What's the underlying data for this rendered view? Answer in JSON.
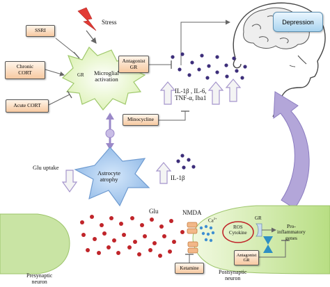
{
  "labels": {
    "stress": "Stress",
    "ssri": "SSRI",
    "chronic_cort": "Chronic\nCORT",
    "acute_cort": "Acute CORT",
    "gr_microglia": "GR",
    "microglial_activation": "Microglial\nactivation",
    "antagonist_gr_top": "Antagonist\nGR",
    "minocycline": "Minocycline",
    "cytokines": "IL-1β , IL-6,\nTNF-α, Iba1",
    "depression": "Depression",
    "glu_uptake": "Glu uptake",
    "astrocyte_atrophy": "Astrocyte\natrophy",
    "il1b_astro": "IL-1β",
    "glu": "Glu",
    "nmda": "NMDA",
    "ca": "Ca",
    "ca_sup": "2+",
    "ros_cytokine": "ROS\nCytokine",
    "gr_post": "GR",
    "proinflammatory": "Pro-\ninflammatory\ngenes",
    "antagonist_gr_bottom": "Antagonist\nGR",
    "ketamine": "Ketamine",
    "presynaptic": "Presynaptic\nneuron",
    "postsynaptic": "Postsynaptic\nneuron"
  },
  "colors": {
    "microglia": "#e8f7c6",
    "astrocyte": "#a9c9ee",
    "cytokine_dot": "#3d2e7a",
    "glu_dot": "#c0252a",
    "neuron_green": "#cde6a8",
    "arrow_purple": "#a595cc",
    "ca_dot": "#3f8fd1",
    "bolt": "#e23b35"
  }
}
